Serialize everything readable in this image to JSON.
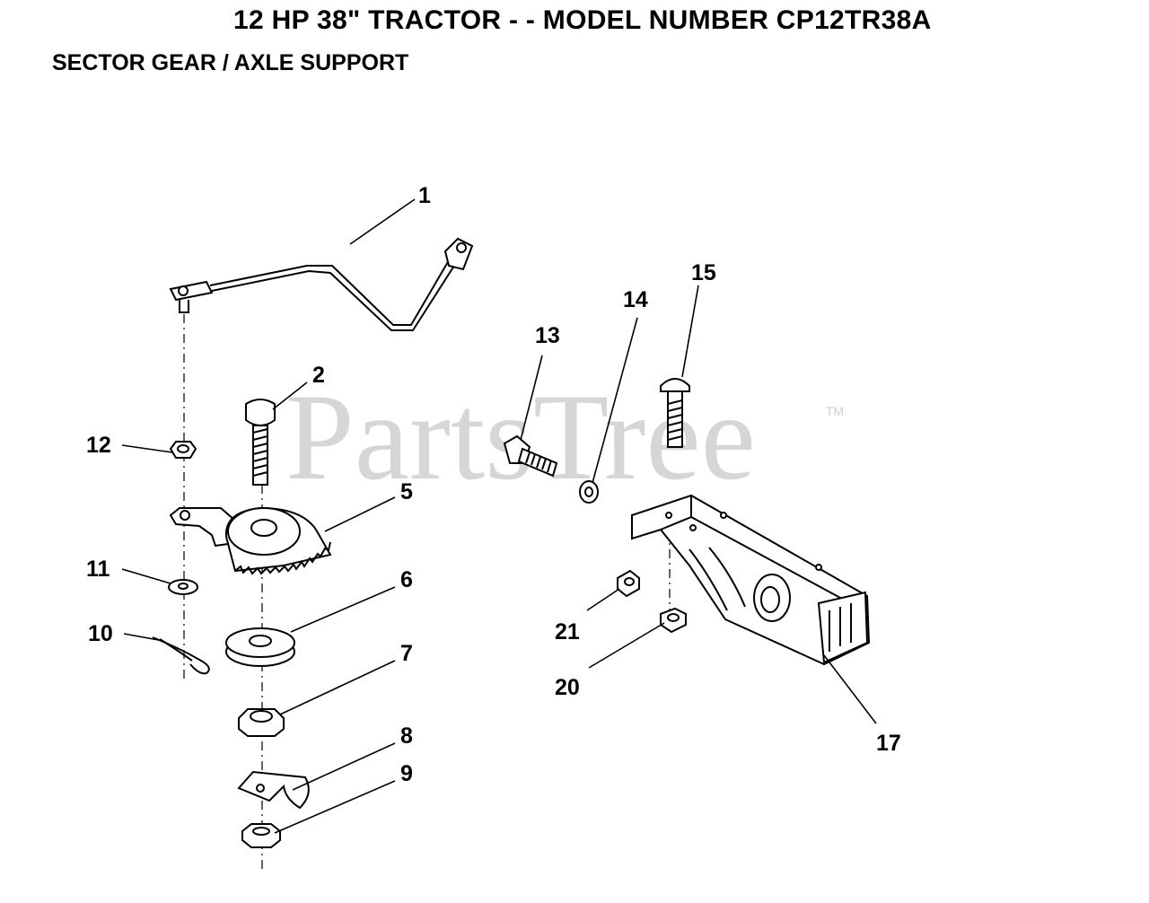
{
  "header": {
    "title": "12 HP 38\" TRACTOR - - MODEL NUMBER CP12TR38A",
    "subtitle": "SECTOR GEAR / AXLE SUPPORT"
  },
  "watermark": {
    "text": "PartsTree",
    "tm": "TM"
  },
  "callouts": {
    "c1": "1",
    "c2": "2",
    "c5": "5",
    "c6": "6",
    "c7": "7",
    "c8": "8",
    "c9": "9",
    "c10": "10",
    "c11": "11",
    "c12": "12",
    "c13": "13",
    "c14": "14",
    "c15": "15",
    "c17": "17",
    "c20": "20",
    "c21": "21"
  }
}
